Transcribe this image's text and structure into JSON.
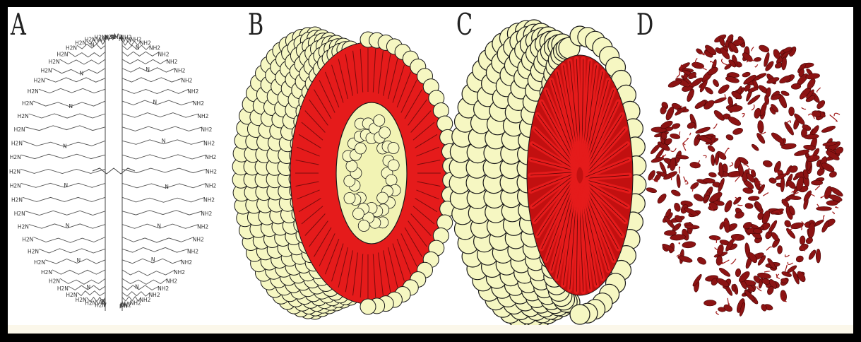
{
  "panels": [
    {
      "id": "a",
      "label": "A"
    },
    {
      "id": "b",
      "label": "B"
    },
    {
      "id": "c",
      "label": "C"
    },
    {
      "id": "d",
      "label": "D"
    }
  ],
  "chem": {
    "amine": "NH2",
    "amine_rev": "H2N",
    "nitrogen": "N"
  },
  "colors": {
    "shell": "#f6f7c2",
    "tail": "#e51b1b",
    "protein": "#8b1313",
    "outline": "#1a1a1a",
    "frame": "#000000"
  }
}
